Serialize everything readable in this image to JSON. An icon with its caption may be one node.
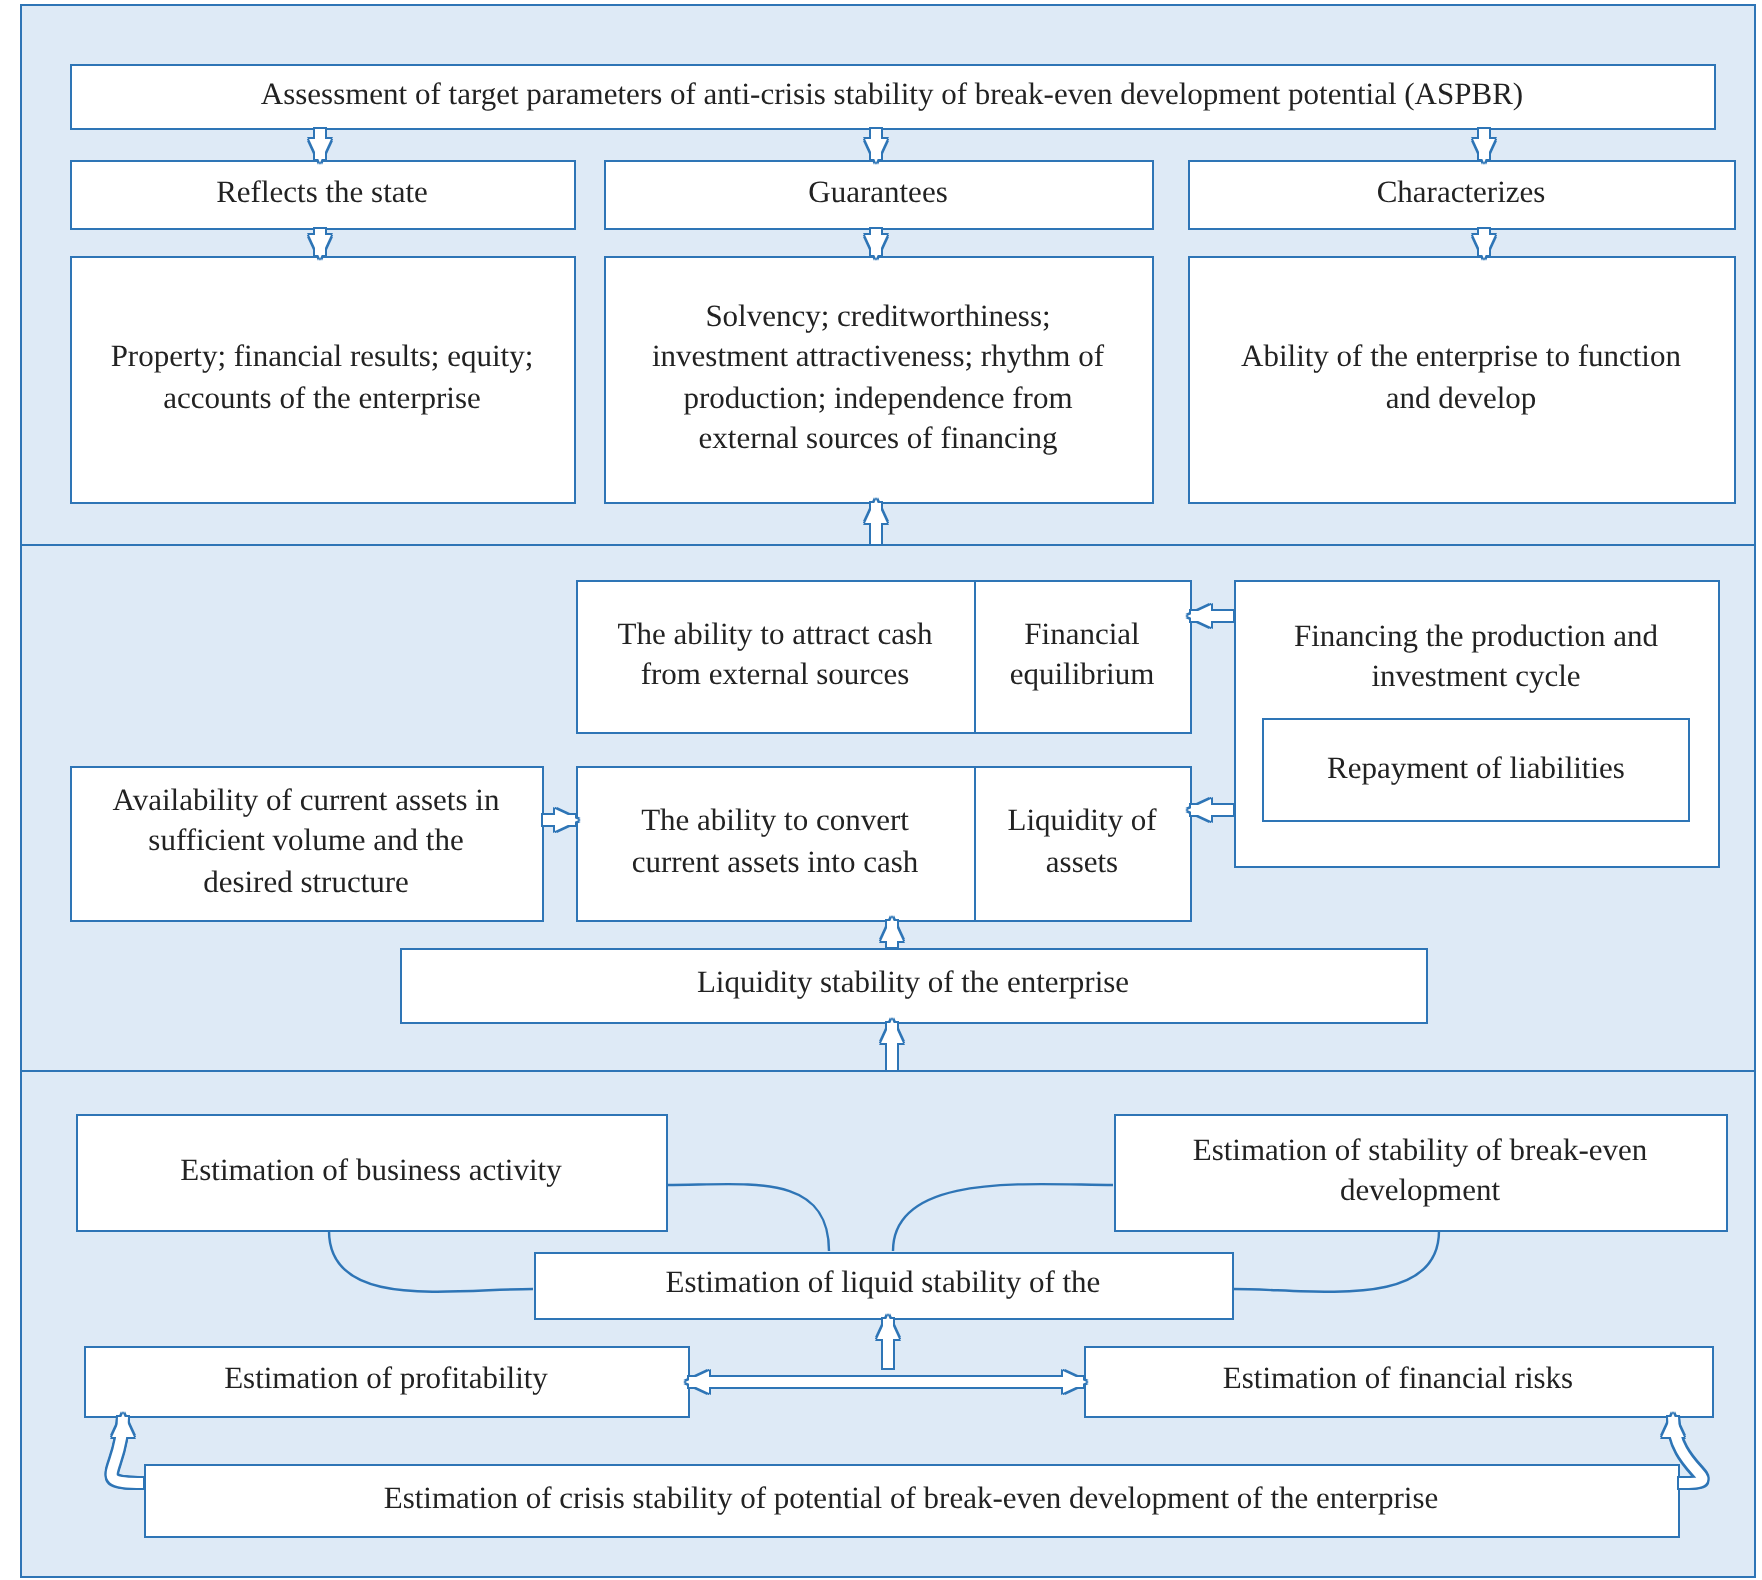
{
  "diagram": {
    "nodes": [
      {
        "text": [],
        "shape": "box"
      },
      {
        "text": [
          "Assessment of target parameters of anti-crisis stability of break-even development potential (ASPBR)"
        ],
        "in": 0
      },
      {
        "text": [
          "Reflects the state"
        ],
        "in": 0
      },
      {
        "text": [
          "Guarantees"
        ],
        "in": 0
      },
      {
        "text": [
          "Characterizes"
        ],
        "in": 0
      },
      {
        "text": [
          "Property; financial results; equity; accounts of the enterprise"
        ],
        "in": 0
      },
      {
        "text": [
          "Solvency; creditworthiness; investment attractiveness; rhythm of production; independence from external sources of financing"
        ],
        "in": 0
      },
      {
        "text": [
          "Ability of the enterprise to function and develop"
        ],
        "in": 0
      },
      {
        "text": [],
        "shape": "box"
      },
      {
        "text": [
          "The ability to attract cash from external sources"
        ],
        "in": 8
      },
      {
        "text": [
          "Financial equilibrium"
        ],
        "in": 8
      },
      {
        "text": [
          "Financing the production and investment cycle"
        ],
        "in": 8
      },
      {
        "text": [
          "Repayment of liabilities"
        ],
        "in": 11
      },
      {
        "text": [
          "Availability of current assets in sufficient volume and the desired structure"
        ],
        "in": 8
      },
      {
        "text": [
          "The ability to convert current assets into cash"
        ],
        "in": 8
      },
      {
        "text": [
          "Liquidity of assets"
        ],
        "in": 8
      },
      {
        "text": [
          "Liquidity stability of the enterprise"
        ],
        "in": 8
      },
      {
        "text": [],
        "shape": "box"
      },
      {
        "text": [
          "Estimation of business activity"
        ],
        "in": 17
      },
      {
        "text": [
          "Estimation of stability of break-even development"
        ],
        "in": 17
      },
      {
        "text": [
          "Estimation of liquid stability of the"
        ],
        "in": 17
      },
      {
        "text": [
          "Estimation of profitability"
        ],
        "in": 17
      },
      {
        "text": [
          "Estimation of financial risks"
        ],
        "in": 17
      },
      {
        "text": [
          "Estimation of crisis stability of potential of break-even development of the enterprise"
        ],
        "in": 17
      }
    ],
    "edges": [
      {
        "from": 1,
        "to": 2,
        "arrow": "to"
      },
      {
        "from": 1,
        "to": 3,
        "arrow": "to"
      },
      {
        "from": 1,
        "to": 4,
        "arrow": "to"
      },
      {
        "from": 2,
        "to": 5,
        "arrow": "to"
      },
      {
        "from": 3,
        "to": 6,
        "arrow": "to"
      },
      {
        "from": 4,
        "to": 7,
        "arrow": "to"
      },
      {
        "from": 8,
        "to": 6,
        "arrow": "to"
      },
      {
        "from": 11,
        "to": 10,
        "arrow": "to"
      },
      {
        "from": 11,
        "to": 15,
        "arrow": "to"
      },
      {
        "from": 13,
        "to": 14,
        "arrow": "to"
      },
      {
        "from": 16,
        "to": 14,
        "arrow": "to"
      },
      {
        "from": 17,
        "to": 16,
        "arrow": "to"
      },
      {
        "from": 18,
        "to": 20,
        "arrow": "none",
        "color": "#2e75b6"
      },
      {
        "from": 18,
        "to": 20,
        "arrow": "none",
        "color": "#2e75b6"
      },
      {
        "from": 19,
        "to": 20,
        "arrow": "none",
        "color": "#2e75b6"
      },
      {
        "from": 19,
        "to": 20,
        "arrow": "none",
        "color": "#2e75b6"
      },
      {
        "from": 21,
        "to": 22,
        "arrow": "both"
      },
      {
        "from": null,
        "to": 20,
        "arrow": "to"
      },
      {
        "from": 23,
        "to": 21,
        "arrow": "to"
      },
      {
        "from": 23,
        "to": 22,
        "arrow": "to"
      }
    ]
  }
}
